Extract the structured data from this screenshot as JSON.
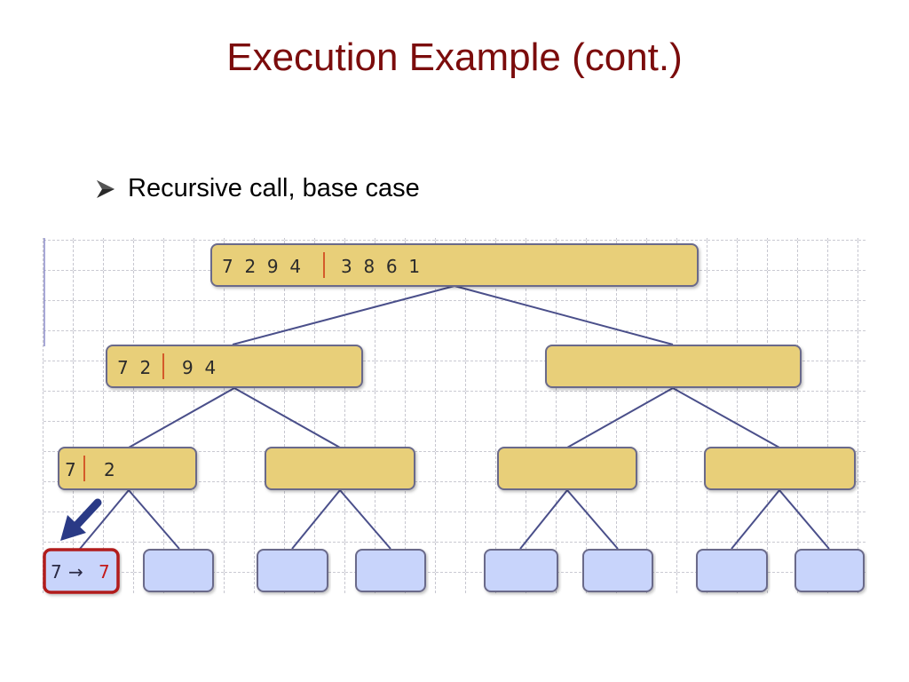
{
  "slide": {
    "title": "Execution Example (cont.)",
    "bullet": "Recursive call, base case"
  },
  "tree": {
    "root": {
      "left": "7  2  9  4",
      "right": "3  8  6  1"
    },
    "level1": [
      {
        "left": "7  2",
        "right": "9  4"
      },
      {
        "left": "",
        "right": ""
      }
    ],
    "level2": [
      {
        "left": "7",
        "right": "2"
      },
      {
        "left": "",
        "right": ""
      },
      {
        "left": "",
        "right": ""
      },
      {
        "left": "",
        "right": ""
      }
    ],
    "base_case": {
      "input": "7",
      "arrow": "→",
      "output": "7"
    }
  },
  "colors": {
    "title": "#7b0c0c",
    "node_fill": "#e8cf79",
    "node_stroke": "#6b6a8a",
    "leaf_fill": "#c8d4fb",
    "edge": "#4a4f8a",
    "divider": "#d45a2a",
    "highlight_border": "#b11a1a",
    "pointer_arrow": "#2a3a86"
  }
}
